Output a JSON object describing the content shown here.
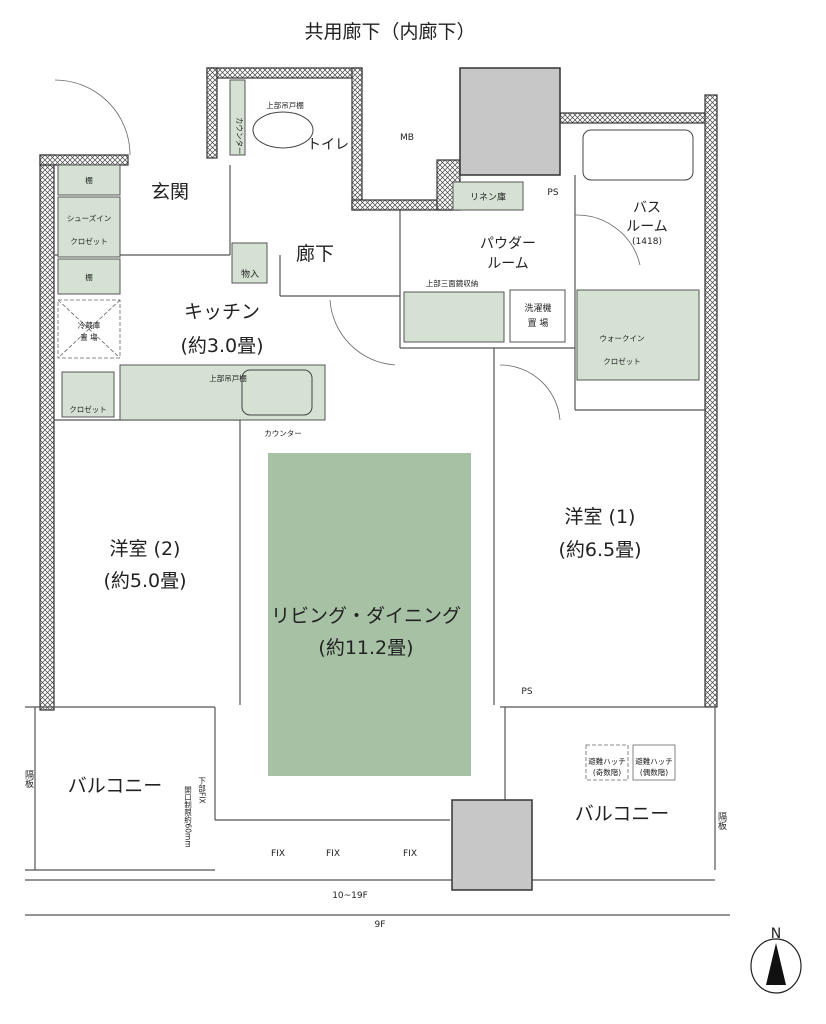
{
  "title": "共用廊下（内廊下）",
  "rooms": {
    "entrance": "玄関",
    "hallway": "廊下",
    "toilet": "トイレ",
    "mb": "MB",
    "ps_top": "PS",
    "ps_bottom": "PS",
    "linen": "リネン庫",
    "powder_1": "パウダー",
    "powder_2": "ルーム",
    "bath_1": "バス",
    "bath_2": "ルーム",
    "bath_size": "(1418)",
    "kitchen": "キッチン",
    "kitchen_size": "(約3.0畳)",
    "storage": "物入",
    "living": "リビング・ダイニング",
    "living_size": "(約11.2畳)",
    "western1": "洋室 (1)",
    "western1_size": "(約6.5畳)",
    "western2": "洋室 (2)",
    "western2_size": "(約5.0畳)",
    "balcony_left": "バルコニー",
    "balcony_right": "バルコニー"
  },
  "fixtures": {
    "shelf_top": "棚",
    "shoes_1": "シューズイン",
    "shoes_2": "クロゼット",
    "shelf_bottom": "棚",
    "fridge_1": "冷蔵庫",
    "fridge_2": "置 場",
    "closet": "クロゼット",
    "upper_cabinet_kitchen": "上部吊戸棚",
    "counter_kitchen": "カウンター",
    "counter_toilet": "カウンター",
    "upper_cabinet_toilet": "上部吊戸棚",
    "mirror_storage": "上部三面鏡収納",
    "washer_1": "洗濯機",
    "washer_2": "置 場",
    "walkin_1": "ウォークイン",
    "walkin_2": "クロゼット",
    "hatch_odd_1": "避難ハッチ",
    "hatch_odd_2": "(奇数階)",
    "hatch_even_1": "避難ハッチ",
    "hatch_even_2": "(偶数階)",
    "partition": "隔板",
    "opening_note_1": "下部FIX",
    "opening_note_2": "開口制限約60mm",
    "fix": [
      "FIX",
      "FIX",
      "FIX"
    ],
    "floors_upper": "10~19F",
    "floors_lower": "9F"
  },
  "compass": {
    "label": "N"
  },
  "colors": {
    "storage": "#d5e2d3",
    "living": "#a7c1a5",
    "shaft": "#c7c7c7"
  }
}
